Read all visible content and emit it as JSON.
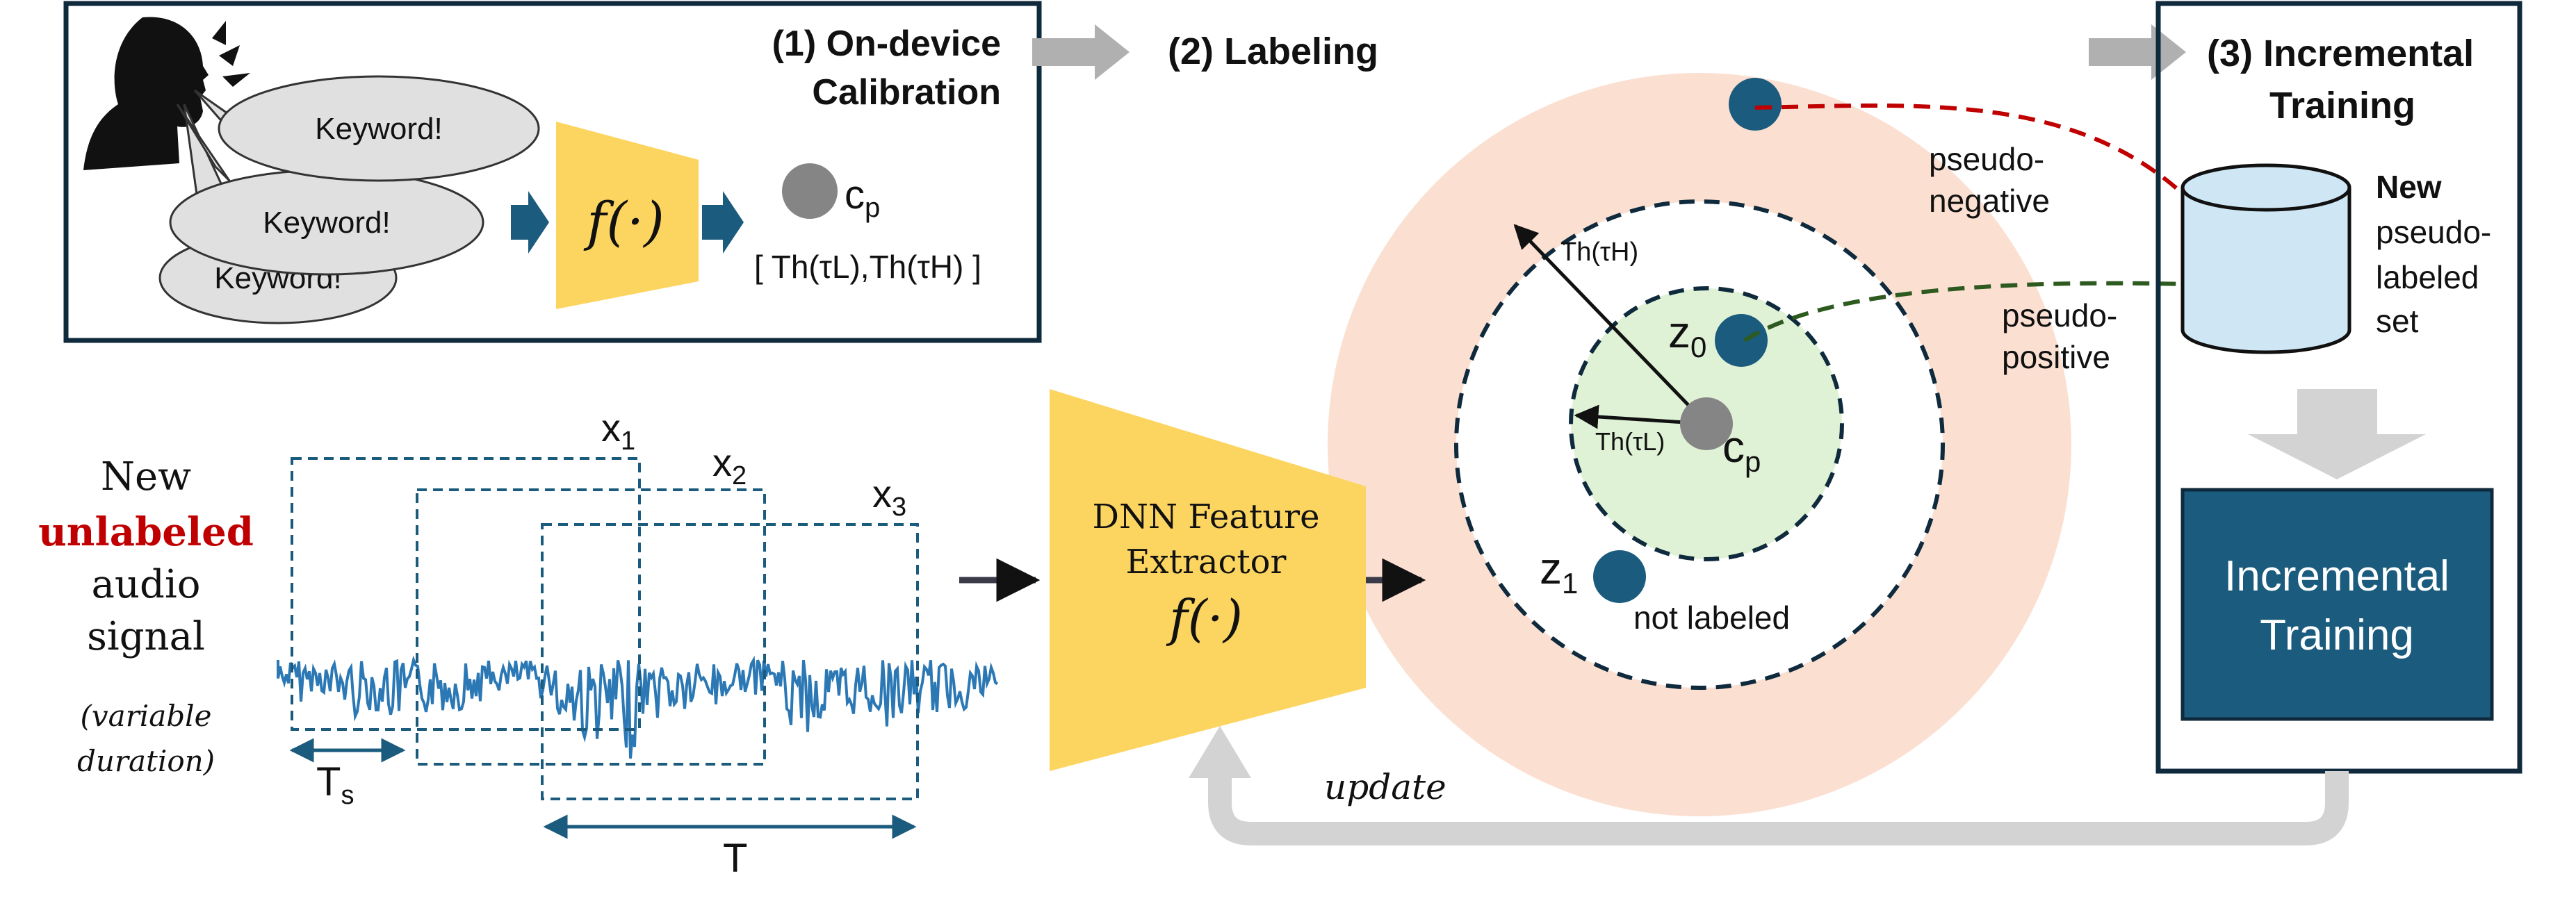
{
  "colors": {
    "navy": "#0f2a3c",
    "teal": "#1a5b7e",
    "wave": "#2b78b5",
    "yellow": "#fcd561",
    "peach": "#fbe0d2",
    "light_green": "#dff2d6",
    "gray_dot": "#858585",
    "bubble": "#e0e0e0",
    "db_blue": "#cfe7f5",
    "gray_arrow": "#b0b0b0",
    "light_gray_arrow": "#d3d3d3",
    "red_dash": "#c00000",
    "green_dash": "#2d5a1f",
    "label_red": "#c00000"
  },
  "calibration": {
    "title_line1": "(1) On-device",
    "title_line2": "Calibration",
    "bubbles": [
      "Keyword!",
      "Keyword!",
      "Keyword!"
    ],
    "func_label": "f(·)",
    "prototype_label": "c",
    "prototype_sub": "p",
    "thresholds": "[ Th(τL),Th(τH) ]",
    "speaker_icon": "speaker-silhouette-icon"
  },
  "labeling": {
    "title": "(2) Labeling",
    "pseudo_negative_1": "pseudo-",
    "pseudo_negative_2": "negative",
    "pseudo_positive_1": "pseudo-",
    "pseudo_positive_2": "positive",
    "th_high": "Th(τH)",
    "th_low": "Th(τL)",
    "center_label": "c",
    "center_sub": "p",
    "z0": "z",
    "z0_sub": "0",
    "z1": "z",
    "z1_sub": "1",
    "not_labeled": "not labeled"
  },
  "training": {
    "title_line1": "(3) Incremental",
    "title_line2": "Training",
    "set_label": [
      "New",
      "pseudo-",
      "labeled",
      "set"
    ],
    "box_line1": "Incremental",
    "box_line2": "Training"
  },
  "input": {
    "line1": "New",
    "line2": "unlabeled",
    "line3": "audio",
    "line4": "signal",
    "note1": "(variable",
    "note2": "duration)",
    "windows": [
      "x",
      "x",
      "x"
    ],
    "window_subs": [
      "1",
      "2",
      "3"
    ],
    "ts_label": "T",
    "ts_sub": "s",
    "t_label": "T"
  },
  "extractor": {
    "line1": "DNN Feature",
    "line2": "Extractor",
    "func_label": "f(·)"
  },
  "update_label": "update"
}
